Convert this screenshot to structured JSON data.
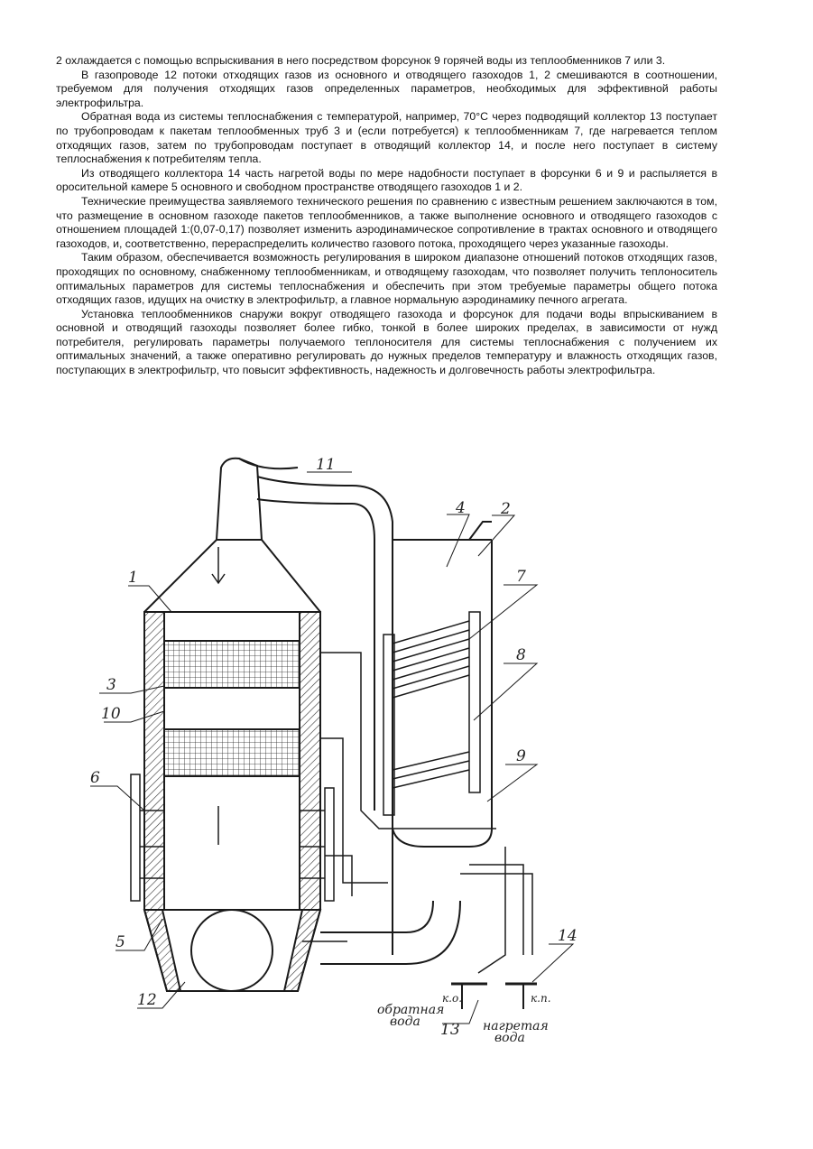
{
  "paragraphs": [
    "2 охлаждается с помощью вспрыскивания в него посредством форсунок 9 горячей воды из теплообменников 7 или 3.",
    "В газопроводе 12 потоки отходящих газов из основного и отводящего газоходов 1, 2 смешиваются в соотношении, требуемом для получения отходящих газов определенных параметров, необходимых для эффективной работы электрофильтра.",
    "Обратная вода из системы теплоснабжения с температурой, например, 70°С через подводящий коллектор 13 поступает по трубопроводам к пакетам теплообменных труб 3 и (если потребуется) к теплообменникам 7, где нагревается теплом отходящих газов, затем по трубопроводам поступает в отводящий коллектор 14, и после него поступает в систему теплоснабжения к потребителям тепла.",
    "Из отводящего коллектора 14 часть нагретой воды по мере надобности поступает в форсунки 6 и 9 и распыляется в оросительной камере 5 основного и свободном пространстве отводящего газоходов 1 и 2.",
    "Технические преимущества заявляемого технического решения по сравнению с известным решением заключаются в том, что размещение в основном газоходе пакетов теплообменников, а также выполнение основного и отводящего газоходов с отношением площадей 1:(0,07-0,17) позволяет изменить аэродинамическое сопротивление в трактах основного и отводящего газоходов, и, соответственно, перераспределить количество газового потока, проходящего через указанные газоходы.",
    "Таким образом, обеспечивается возможность регулирования в широком диапазоне отношений потоков отходящих газов, проходящих по основному, снабженному теплообменникам, и отводящему газоходам, что позволяет получить теплоноситель оптимальных параметров для системы теплоснабжения и обеспечить при этом требуемые параметры общего потока отходящих газов, идущих на очистку в электрофильтр, а главное нормальную аэродинамику печного агрегата.",
    "Установка теплообменников снаружи вокруг отводящего газохода и форсунок для подачи воды впрыскиванием в основной и отводящий газоходы позволяет более гибко, тонкой в более широких пределах, в зависимости от нужд потребителя, регулировать параметры получаемого теплоносителя для системы теплоснабжения с получением их оптимальных значений, а также оперативно регулировать до нужных пределов температуру и влажность отходящих газов, поступающих в электрофильтр, что повысит эффективность, надежность и долговечность работы электрофильтра."
  ],
  "figure": {
    "labels": {
      "n1": "1",
      "n2": "2",
      "n3": "3",
      "n4": "4",
      "n5": "5",
      "n6": "6",
      "n7": "7",
      "n8": "8",
      "n9": "9",
      "n10": "10",
      "n11": "11",
      "n12": "12",
      "n13": "13",
      "n14": "14",
      "ko": "к.о.",
      "kp": "к.п.",
      "return_water_1": "обратная",
      "return_water_2": "вода",
      "heated_water_1": "нагретая",
      "heated_water_2": "вода"
    }
  }
}
